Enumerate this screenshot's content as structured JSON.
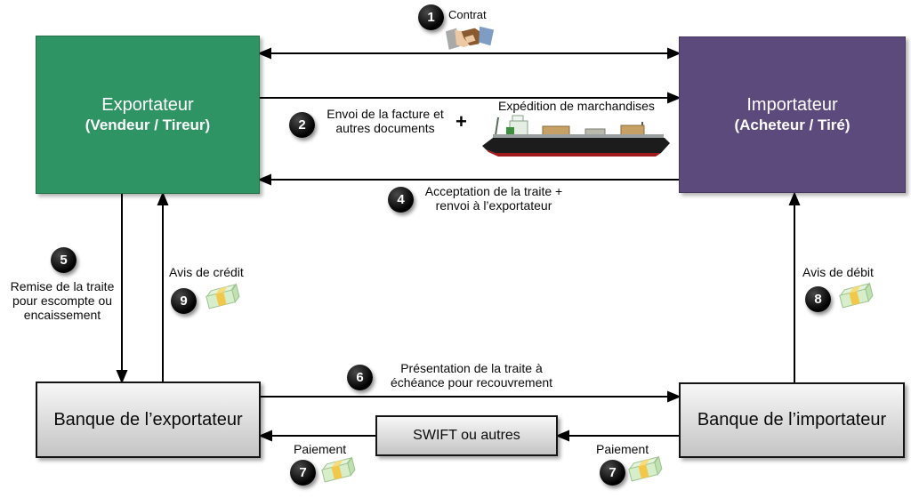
{
  "nodes": {
    "exporter": {
      "title": "Exportateur",
      "subtitle": "(Vendeur / Tireur)"
    },
    "importer": {
      "title": "Importateur",
      "subtitle": "(Acheteur / Tiré)"
    },
    "exporter_bank": {
      "title": "Banque de l’exportateur"
    },
    "importer_bank": {
      "title": "Banque de l’importateur"
    },
    "swift": {
      "title": "SWIFT ou autres"
    }
  },
  "steps": {
    "contract": {
      "num": "1",
      "label": "Contrat"
    },
    "invoice": {
      "num": "2",
      "line1": "Envoi de la facture et",
      "line2": "autres documents"
    },
    "plus_sign": "+",
    "shipment": {
      "label": "Expédition de marchandises"
    },
    "acceptance": {
      "num": "4",
      "line1": "Acceptation de la traite +",
      "line2": "renvoi à l’exportateur"
    },
    "remittance": {
      "num": "5",
      "line1": "Remise de la traite",
      "line2": "pour escompte ou",
      "line3": "encaissement"
    },
    "presentation": {
      "num": "6",
      "line1": "Présentation de la traite à",
      "line2": "échéance pour recouvrement"
    },
    "payment_left": {
      "num": "7",
      "label": "Paiement"
    },
    "payment_right": {
      "num": "7",
      "label": "Paiement"
    },
    "debit_advice": {
      "num": "8",
      "label": "Avis de débit"
    },
    "credit_advice": {
      "num": "9",
      "label": "Avis de crédit"
    }
  },
  "icons": {
    "contract": "handshake-icon",
    "shipment": "cargo-ship-icon",
    "money": "banknotes-icon"
  },
  "colors": {
    "exporter_box": "#2E9463",
    "importer_box": "#5D4A7D",
    "bank_box_top": "#F7F7F7",
    "bank_box_bottom": "#C4C4C4",
    "arrow": "#000000",
    "badge": "#000000",
    "money_note": "#D6EFCA",
    "money_note_dark": "#BFE0AF",
    "money_band": "#F2C84B"
  }
}
